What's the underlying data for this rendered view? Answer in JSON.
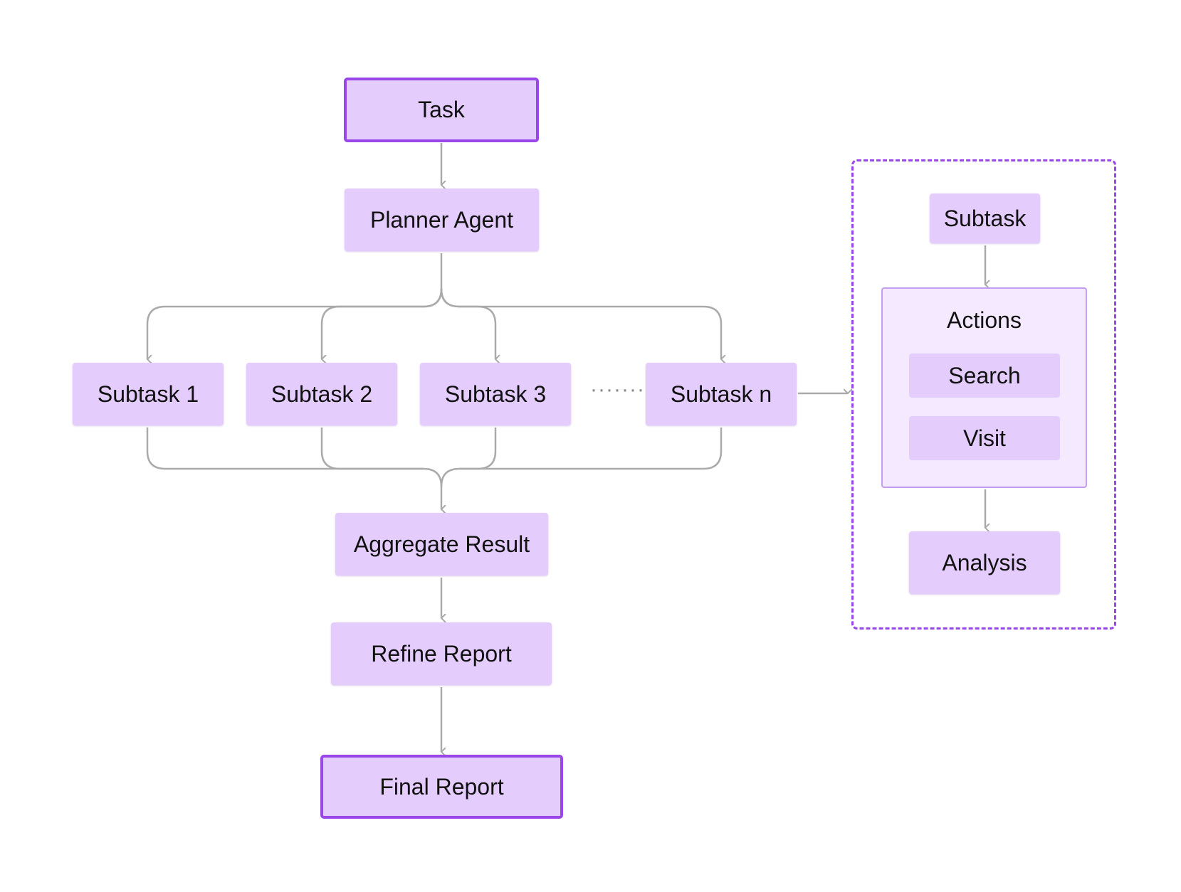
{
  "colors": {
    "node_fill": "#e4ccfd",
    "accent_border": "#9a47ea",
    "group_fill": "#f4e9fe",
    "connector": "#aaaaaa"
  },
  "main_flow": {
    "task": "Task",
    "planner_agent": "Planner Agent",
    "subtasks": [
      "Subtask 1",
      "Subtask 2",
      "Subtask 3",
      "Subtask n"
    ],
    "ellipsis": "·······",
    "aggregate_result": "Aggregate Result",
    "refine_report": "Refine Report",
    "final_report": "Final Report"
  },
  "detail_panel": {
    "subtask": "Subtask",
    "actions": {
      "title": "Actions",
      "items": [
        "Search",
        "Visit"
      ]
    },
    "analysis": "Analysis"
  }
}
